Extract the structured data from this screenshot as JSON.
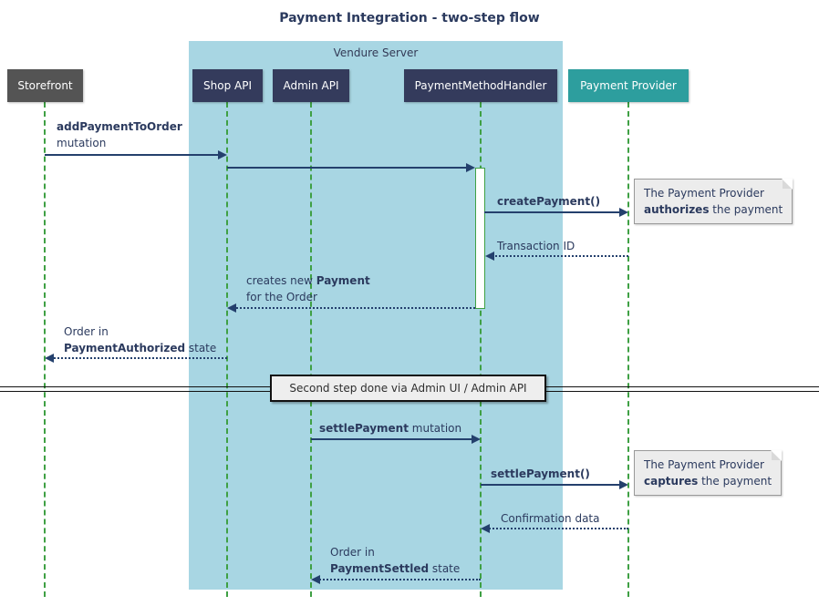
{
  "title": "Payment Integration - two-step flow",
  "container": {
    "label": "Vendure Server"
  },
  "participants": [
    {
      "id": "storefront",
      "label": "Storefront",
      "color": "#545454"
    },
    {
      "id": "shop-api",
      "label": "Shop API",
      "color": "#343B5C"
    },
    {
      "id": "admin-api",
      "label": "Admin API",
      "color": "#343B5C"
    },
    {
      "id": "payment-method-handler",
      "label": "PaymentMethodHandler",
      "color": "#343B5C"
    },
    {
      "id": "payment-provider",
      "label": "Payment Provider",
      "color": "#2D9E9E"
    }
  ],
  "messages": {
    "add_payment": {
      "bold": "addPaymentToOrder",
      "line2": "mutation"
    },
    "create_payment": {
      "bold": "createPayment()"
    },
    "transaction_id": {
      "text": "Transaction ID"
    },
    "creates_payment": {
      "pre": "creates new ",
      "bold": "Payment",
      "line2": "for the Order"
    },
    "order_authorized": {
      "line1": "Order in",
      "bold": "PaymentAuthorized",
      "post": " state"
    },
    "settle_payment_mutation": {
      "bold": "settlePayment",
      "post": " mutation"
    },
    "settle_payment_call": {
      "bold": "settlePayment()"
    },
    "confirmation": {
      "text": "Confirmation data"
    },
    "order_settled": {
      "line1": "Order in",
      "bold": "PaymentSettled",
      "post": " state"
    }
  },
  "divider": {
    "label": "Second step done via Admin UI / Admin API"
  },
  "notes": {
    "authorize": {
      "line1": "The Payment Provider",
      "bold": "authorizes",
      "rest": " the payment"
    },
    "capture": {
      "line1": "The Payment Provider",
      "bold": "captures",
      "rest": " the payment"
    }
  },
  "colors": {
    "server_container_fill": "#A8D6E3",
    "participant_navy": "#343B5C",
    "participant_gray": "#545454",
    "participant_teal": "#2D9E9E",
    "arrow_navy": "#24406D",
    "message_text": "#2B3A5E",
    "lifeline_green": "#3FA044",
    "note_fill": "#ECECEC",
    "note_border": "#9A9A9A",
    "divider_fill": "#EEEEEE"
  }
}
